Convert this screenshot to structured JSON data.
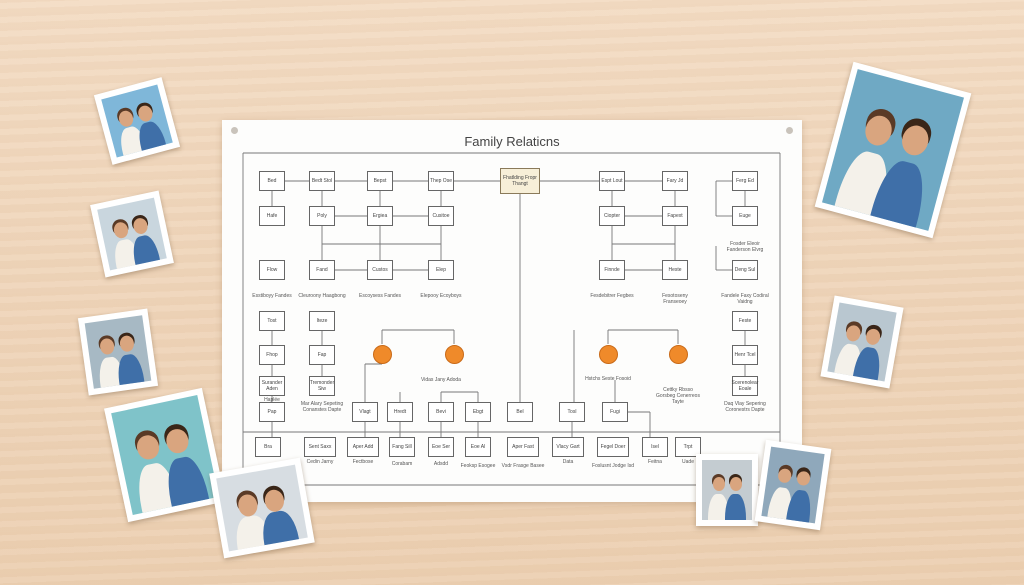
{
  "diagram": {
    "title": "Family Relaticns",
    "nodes": [
      "Bed",
      "Hafe",
      "Flow",
      "Tost",
      "Fhop",
      "Surander Aden",
      "Pap",
      "Bedt Stol",
      "Poly",
      "Fand",
      "Iteze",
      "Fap",
      "Tremonder Siw",
      "Bepst",
      "Ergiea",
      "Custos",
      "Thep Ose",
      "Cusitoe",
      "Elep",
      "Fhatlding Fropr Thangt",
      "Espt Lout",
      "Ciopter",
      "Finnde",
      "Fary Jd",
      "Fapext",
      "Heste",
      "Ferg Ed",
      "Euge",
      "Deng Sul",
      "Feste",
      "Henr Tcel",
      "Scerenolear Eoale",
      "Vlagt",
      "Hredt",
      "Bevi",
      "Ebgt",
      "Bel",
      "Tosl",
      "Fugi",
      "Bra",
      "Sent Saxx",
      "Aper Add",
      "Fang Sill",
      "Eoe Ser",
      "Eoe Al",
      "Aper Fast",
      "Vlacy Gart",
      "Fegel Doer",
      "Isel",
      "Trpt"
    ],
    "captions": [
      "Esstiboyy Fandes",
      "Cleuroony Haagbong",
      "Escoysess Fandes",
      "Elepooy Ecoyboys",
      "Fesdebitrer Fegbes",
      "Fesotoseny Franseoey",
      "Fosder Eleoir Fanderson Elvrg",
      "Fandele Faxy Codiral Vaidng",
      "Haplée",
      "Mar Alary Sepeting Conanstes Dapte",
      "Vidas Jany Adoda",
      "Hstchs Seste Fosoid",
      "Cettky Rbsso Gorsbeg Cenerreos Tayte",
      "Daq Vlay Sepering Coronestrs Dapte",
      "Cedin Jarny",
      "Fectbose",
      "Corabam",
      "Adsdd",
      "Feoksp Esogee",
      "Vsdr Frasge Basee",
      "Data",
      "Foslusnt Jodge Isd",
      "Feitna",
      "Uade"
    ]
  },
  "photos": [
    "couple-selfie",
    "father-daughter",
    "couple-portrait",
    "mother-child-hug",
    "three-friends",
    "family-embrace",
    "mother-daughters",
    "two-women",
    "couple-smiling"
  ],
  "colors": {
    "accent": "#ef8a2a",
    "wood": "#f0d8bd",
    "center_node": "#f7efd8"
  }
}
